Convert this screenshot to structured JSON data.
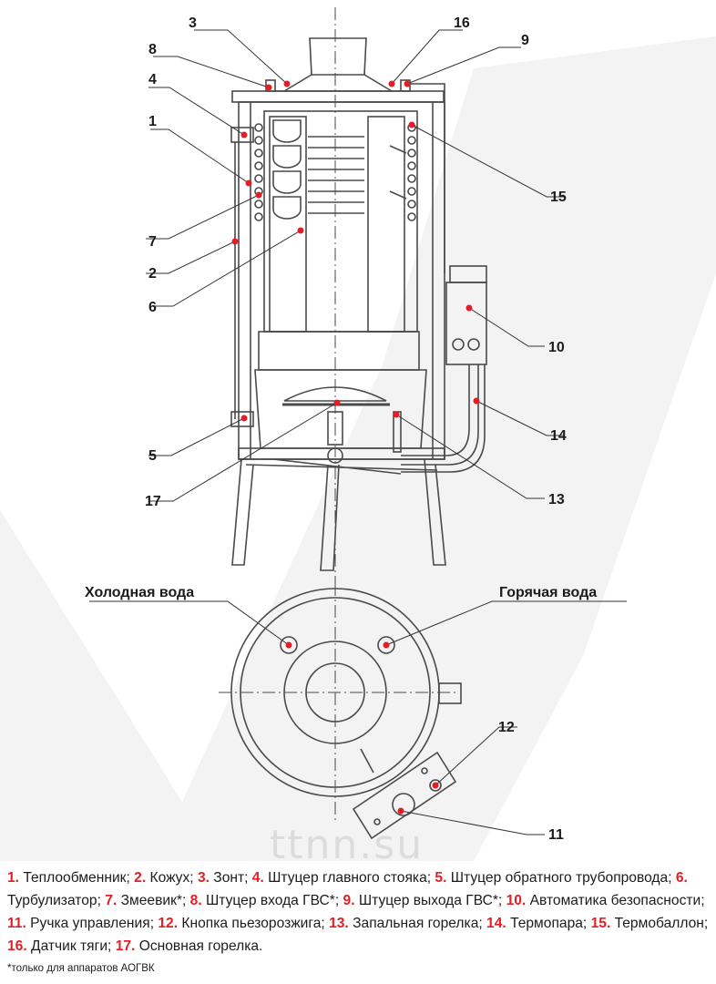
{
  "callouts": [
    {
      "n": "1"
    },
    {
      "n": "2"
    },
    {
      "n": "3"
    },
    {
      "n": "4"
    },
    {
      "n": "5"
    },
    {
      "n": "6"
    },
    {
      "n": "7"
    },
    {
      "n": "8"
    },
    {
      "n": "9"
    },
    {
      "n": "10"
    },
    {
      "n": "11"
    },
    {
      "n": "12"
    },
    {
      "n": "13"
    },
    {
      "n": "14"
    },
    {
      "n": "15"
    },
    {
      "n": "16"
    },
    {
      "n": "17"
    }
  ],
  "plan_labels": {
    "cold_water": "Холодная вода",
    "hot_water": "Горячая вода"
  },
  "watermark": "ttnn.su",
  "legend": [
    {
      "num": "1.",
      "text": " Теплообменник; "
    },
    {
      "num": "2.",
      "text": " Кожух; "
    },
    {
      "num": "3.",
      "text": " Зонт; "
    },
    {
      "num": "4.",
      "text": " Штуцер главного стояка; "
    },
    {
      "num": "5.",
      "text": " Штуцер обратного трубопровода; "
    },
    {
      "num": "6.",
      "text": " Турбулизатор; "
    },
    {
      "num": "7.",
      "text": " Змеевик*; "
    },
    {
      "num": "8.",
      "text": " Штуцер входа ГВС*; "
    },
    {
      "num": "9.",
      "text": " Штуцер выхода ГВС*; "
    },
    {
      "num": "10.",
      "text": " Автоматика безопасности; "
    },
    {
      "num": "11.",
      "text": " Ручка управления; "
    },
    {
      "num": "12.",
      "text": " Кнопка пьезорозжига; "
    },
    {
      "num": "13.",
      "text": " Запальная горелка; "
    },
    {
      "num": "14.",
      "text": " Термопара; "
    },
    {
      "num": "15.",
      "text": " Термобаллон; "
    },
    {
      "num": "16.",
      "text": " Датчик тяги; "
    },
    {
      "num": "17.",
      "text": " Основная горелка."
    }
  ],
  "footnote": "*только для аппаратов АОГВК",
  "colors": {
    "accent": "#e31e24",
    "line": "#4a4a4a",
    "watermark_shape": "#f3f3f3"
  }
}
